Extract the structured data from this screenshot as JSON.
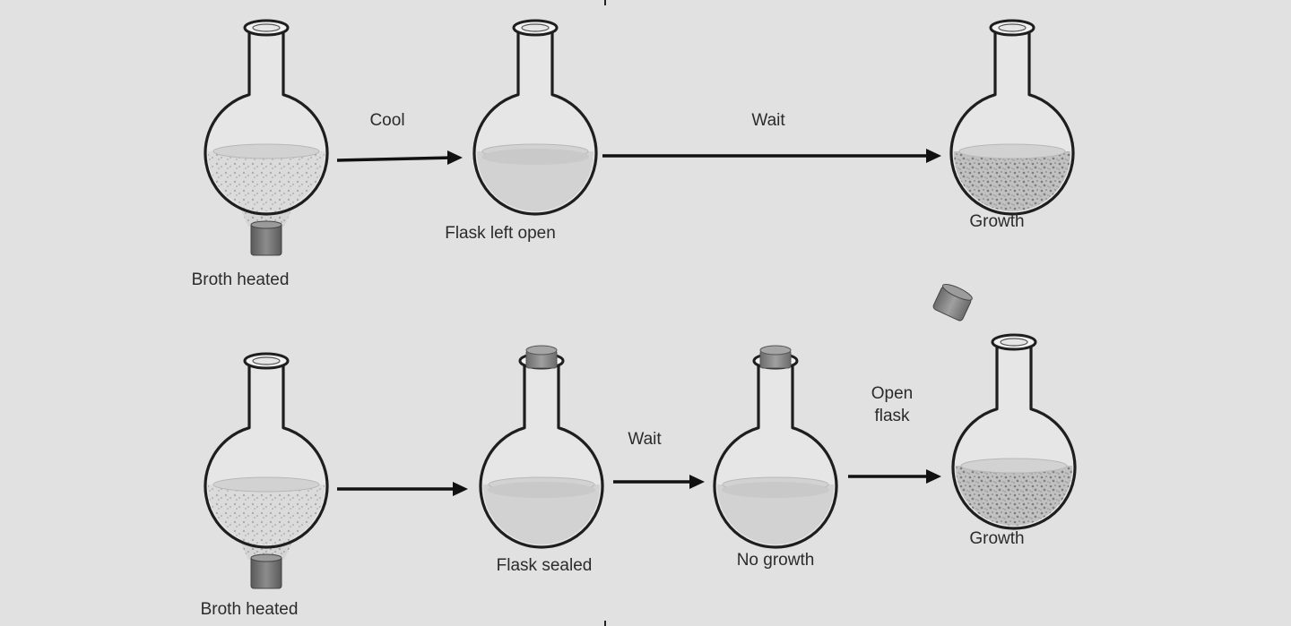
{
  "top_row": {
    "flask1": {
      "caption": "Broth heated",
      "state": "heated-open"
    },
    "step1": {
      "label": "Cool"
    },
    "flask2": {
      "caption": "Flask left open",
      "state": "open-clear"
    },
    "step2": {
      "label": "Wait"
    },
    "flask3": {
      "caption": "Growth",
      "state": "open-growth"
    }
  },
  "bottom_row": {
    "flask1": {
      "caption": "Broth heated",
      "state": "heated-open"
    },
    "step1": {
      "label": ""
    },
    "flask2": {
      "caption": "Flask sealed",
      "state": "sealed-clear"
    },
    "step2": {
      "label": "Wait"
    },
    "flask3": {
      "caption": "No growth",
      "state": "sealed-clear"
    },
    "step3": {
      "label": "Open flask"
    },
    "flask4": {
      "caption": "Growth",
      "state": "open-growth",
      "removed_stopper": true
    }
  },
  "colors": {
    "background": "#e1e1e1",
    "glass_outline": "#1e1e1e",
    "broth": "#c8c8c8",
    "growth_speckle": "#6a6a6a",
    "heat_burner": "#777777",
    "stopper": "#8a8a8a",
    "arrow": "#111111"
  },
  "icons": [
    "flask-icon",
    "burner-icon",
    "stopper-icon",
    "arrow-icon"
  ]
}
